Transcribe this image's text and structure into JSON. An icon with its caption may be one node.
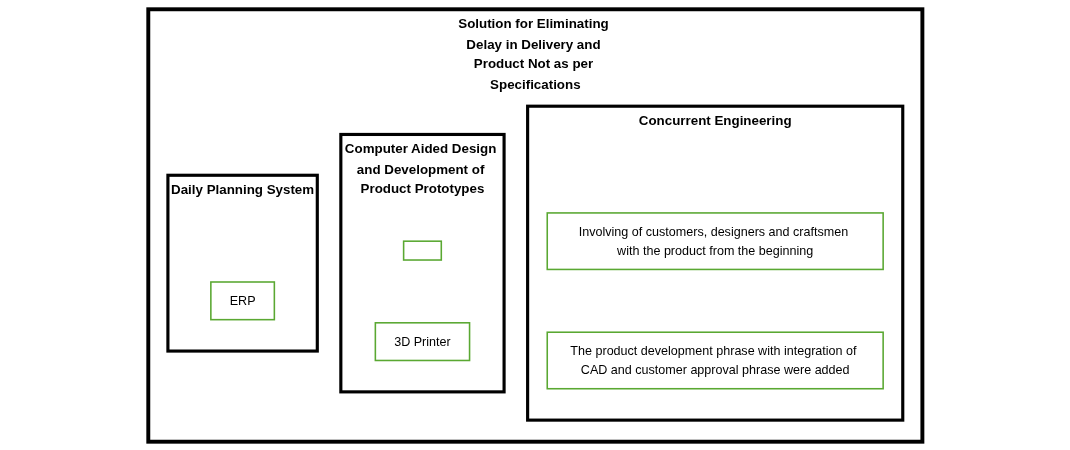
{
  "diagram": {
    "nodes": [
      {
        "text": [
          "Solution for Eliminating Delay in Delivery and Product Not as per Specifications"
        ]
      },
      {
        "text": [
          "Daily Planning System"
        ],
        "in": 0
      },
      {
        "text": [
          "ERP"
        ],
        "in": 1
      },
      {
        "text": [
          "Computer Aided Design and Development of Product Prototypes"
        ],
        "in": 0
      },
      {
        "text": [],
        "shape": "box",
        "in": 3
      },
      {
        "text": [
          "3D Printer"
        ],
        "in": 3
      },
      {
        "text": [
          "Concurrent Engineering"
        ],
        "in": 0
      },
      {
        "text": [
          "Involving of customers, designers and craftsmen with the product from the beginning"
        ],
        "in": 6
      },
      {
        "text": [
          "The product development phrase with integration of CAD and customer approval phrase were added"
        ],
        "in": 6
      }
    ]
  }
}
